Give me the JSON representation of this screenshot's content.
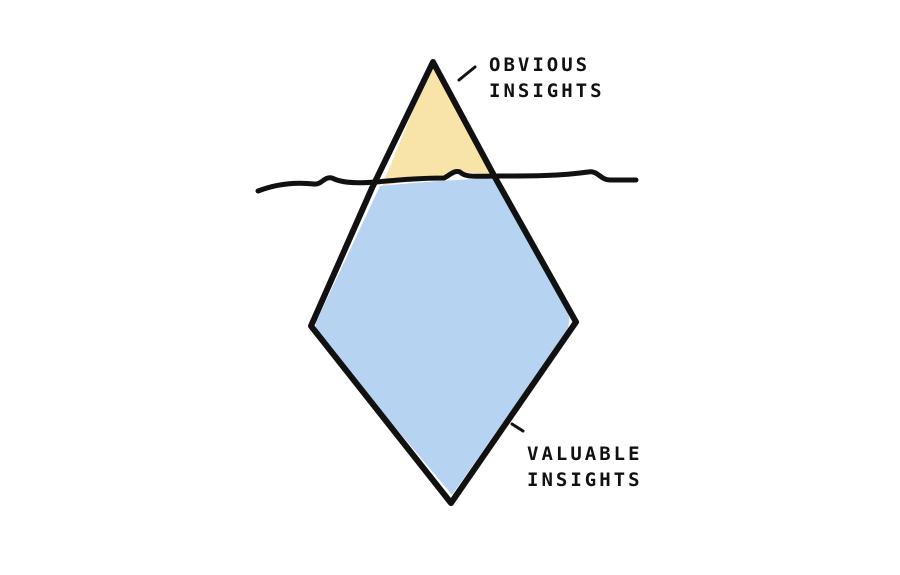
{
  "diagram": {
    "top_label": {
      "line1": "OBVIOUS",
      "line2": "INSIGHTS"
    },
    "bottom_label": {
      "line1": "VALUABLE",
      "line2": "INSIGHTS"
    },
    "colors": {
      "tip_fill": "#F8E3A8",
      "body_fill": "#B6D3F1",
      "stroke": "#111111",
      "background": "#FFFFFF"
    }
  }
}
